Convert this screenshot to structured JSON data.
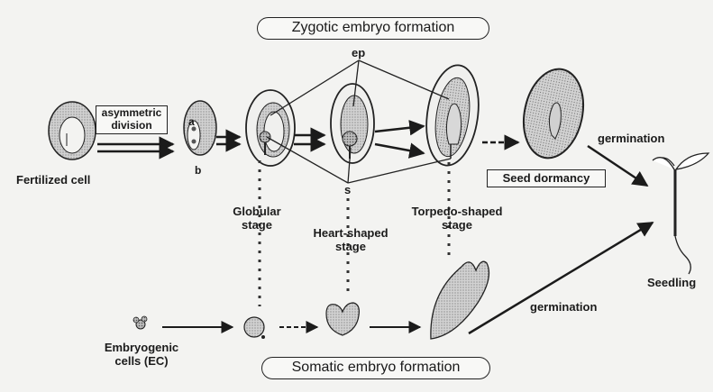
{
  "titles": {
    "zygotic": "Zygotic embryo formation",
    "somatic": "Somatic embryo formation"
  },
  "labels": {
    "asymmetric_line1": "asymmetric",
    "asymmetric_line2": "division",
    "fertilized_cell": "Fertilized cell",
    "a": "a",
    "b": "b",
    "ep": "ep",
    "s": "s",
    "globular_line1": "Globular",
    "globular_line2": "stage",
    "heart_line1": "Heart-shaped",
    "heart_line2": "stage",
    "torpedo_line1": "Torpedo-shaped",
    "torpedo_line2": "stage",
    "seed_dormancy": "Seed dormancy",
    "germination_top": "germination",
    "germination_bottom": "germination",
    "seedling": "Seedling",
    "ec_line1": "Embryogenic",
    "ec_line2": "cells (EC)"
  },
  "colors": {
    "background": "#f3f3f1",
    "ink": "#1b1b1b",
    "hatch": "#777777"
  }
}
